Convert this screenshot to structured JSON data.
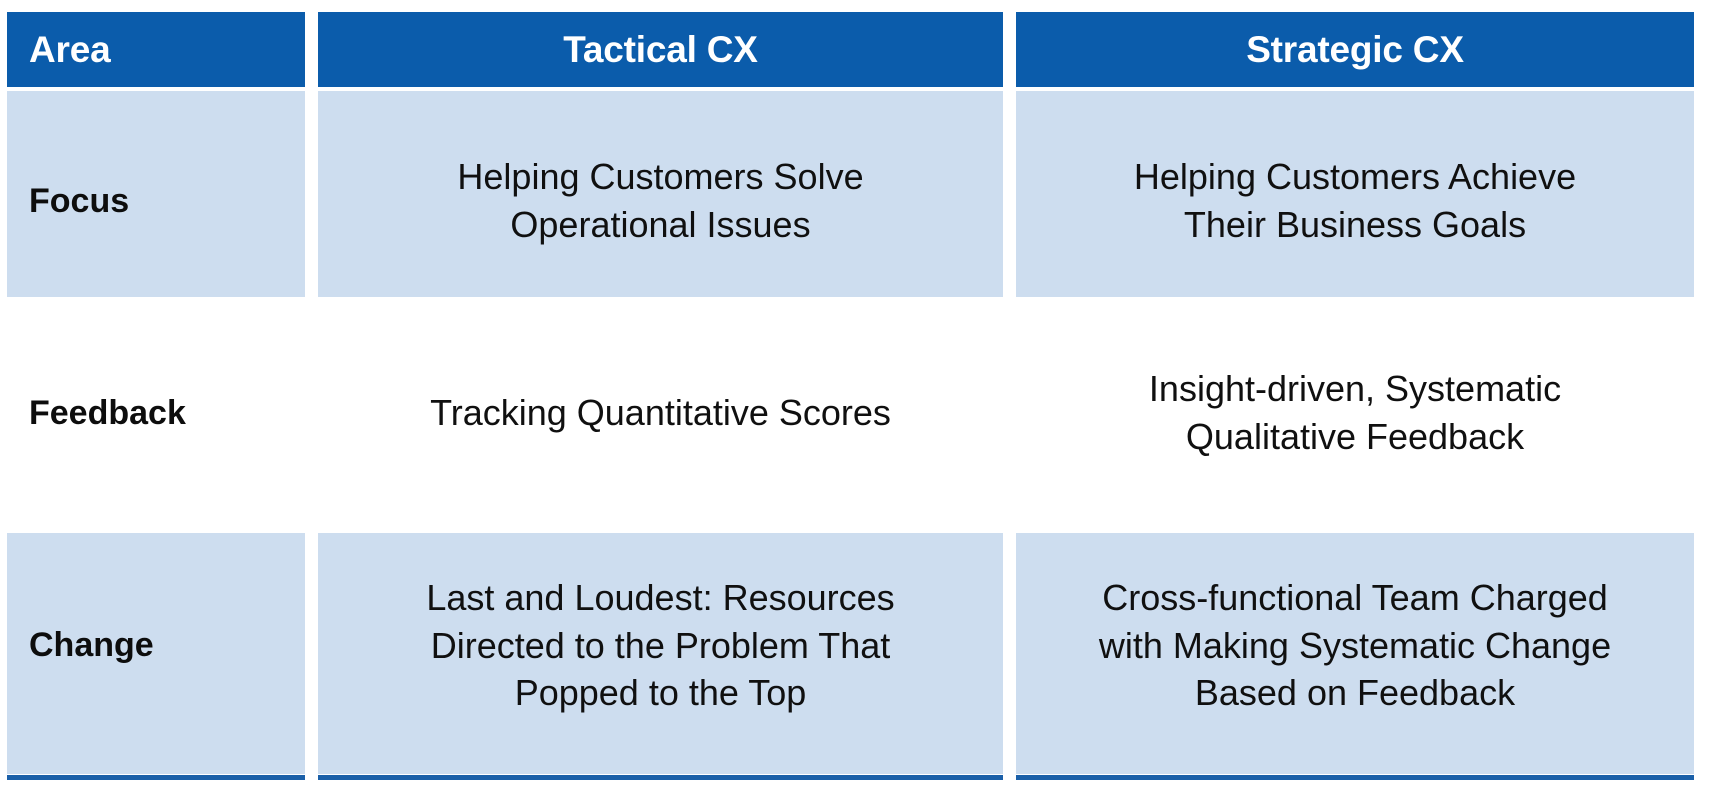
{
  "table": {
    "colors": {
      "header_bg": "#0B5CAB",
      "header_text": "#FFFFFF",
      "shaded_cell_bg": "#CDDDEF",
      "plain_cell_bg": "#FFFFFF",
      "body_text": "#101010",
      "bottom_border": "#1A5FA8"
    },
    "headers": [
      {
        "label": "Area"
      },
      {
        "label": "Tactical CX"
      },
      {
        "label": "Strategic CX"
      }
    ],
    "rows": [
      {
        "label": "Focus",
        "shaded": true,
        "tactical": {
          "lines": [
            "Helping Customers Solve",
            "Operational Issues"
          ]
        },
        "strategic": {
          "lines": [
            "Helping Customers Achieve",
            "Their Business Goals"
          ]
        }
      },
      {
        "label": "Feedback",
        "shaded": false,
        "tactical": {
          "lines": [
            "Tracking Quantitative Scores"
          ]
        },
        "strategic": {
          "lines": [
            "Insight-driven, Systematic",
            "Qualitative Feedback"
          ]
        }
      },
      {
        "label": "Change",
        "shaded": true,
        "tactical": {
          "lines": [
            "Last and Loudest: Resources",
            "Directed to the Problem That",
            "Popped to the Top"
          ]
        },
        "strategic": {
          "lines": [
            "Cross-functional Team Charged",
            "with Making Systematic Change",
            "Based on Feedback"
          ]
        }
      }
    ]
  }
}
